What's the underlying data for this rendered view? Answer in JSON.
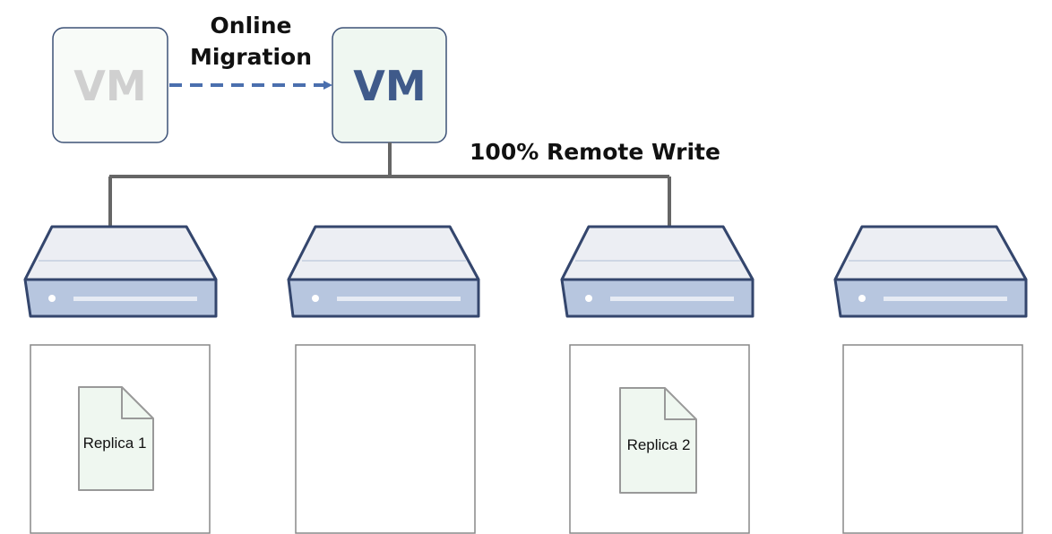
{
  "source_vm": {
    "label": "VM"
  },
  "target_vm": {
    "label": "VM"
  },
  "migration": {
    "line1": "Online",
    "line2": "Migration"
  },
  "write_label": "100% Remote Write",
  "replicas": [
    {
      "label": "Replica 1"
    },
    {
      "label": "Replica 2"
    }
  ],
  "colors": {
    "source_text": "#d0d0d0",
    "target_text": "#3f5a8a",
    "vm_fill": "#eff7f1",
    "vm_stroke": "#3d5277",
    "arrow": "#4a6fae",
    "connector": "#666666",
    "server_top": "#eceef3",
    "server_body": "#b7c6df",
    "server_stroke": "#34466d",
    "replica_fill": "#eff7f0",
    "box_stroke": "#888888"
  }
}
